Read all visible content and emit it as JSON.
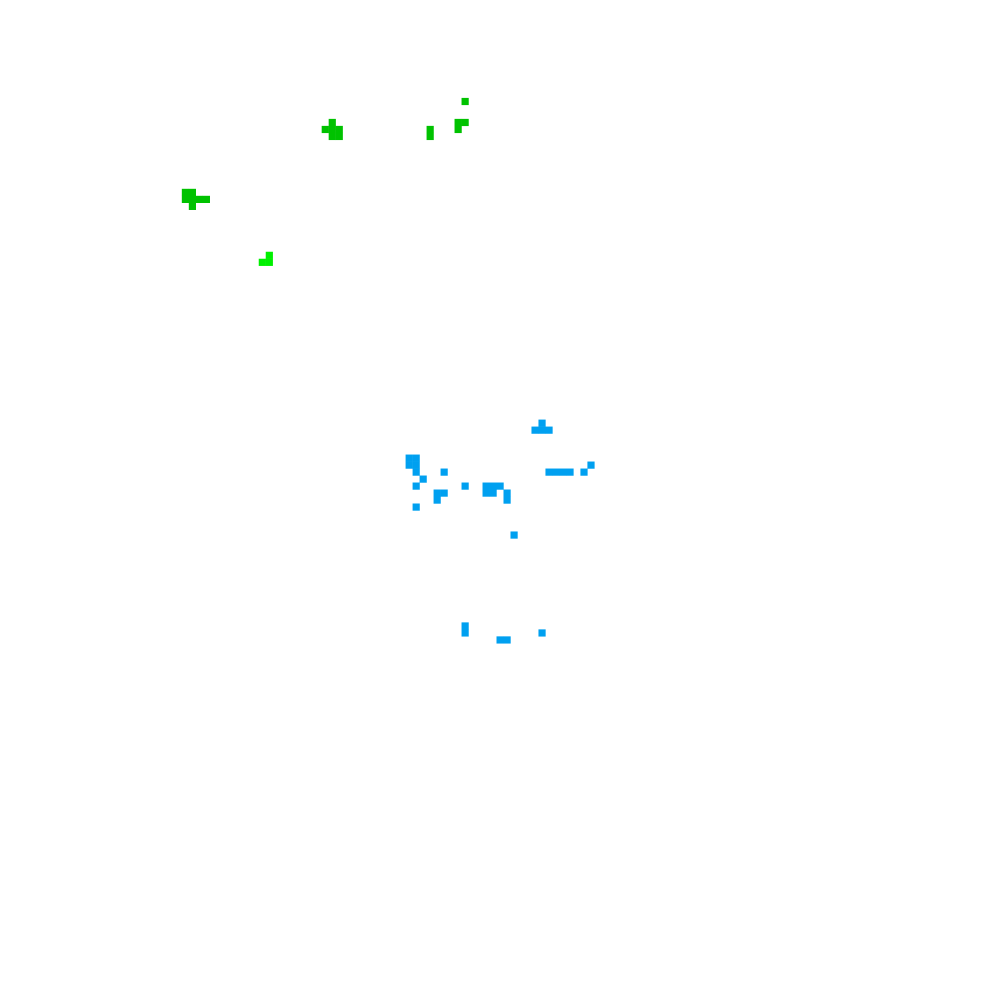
{
  "board": {
    "grid_cols": 143,
    "grid_rows": 143,
    "background": "#ffffff"
  },
  "colors": {
    "green_main": "#00c200",
    "green_bright": "#00f000",
    "blue": "#00a0f0"
  },
  "cell_groups": [
    {
      "name": "green-cluster-top",
      "color": "#00c200",
      "cells": [
        [
          66,
          14
        ],
        [
          65,
          17
        ],
        [
          66,
          17
        ],
        [
          61,
          18
        ],
        [
          65,
          18
        ],
        [
          61,
          19
        ]
      ]
    },
    {
      "name": "green-plus-cluster",
      "color": "#00c200",
      "cells": [
        [
          47,
          17
        ],
        [
          46,
          18
        ],
        [
          47,
          18
        ],
        [
          48,
          18
        ],
        [
          47,
          19
        ],
        [
          48,
          19
        ]
      ]
    },
    {
      "name": "green-cluster-left",
      "color": "#00c200",
      "cells": [
        [
          26,
          27
        ],
        [
          27,
          27
        ],
        [
          26,
          28
        ],
        [
          27,
          28
        ],
        [
          28,
          28
        ],
        [
          29,
          28
        ],
        [
          27,
          29
        ]
      ]
    },
    {
      "name": "green-bright-cluster",
      "color": "#00f000",
      "cells": [
        [
          38,
          36
        ],
        [
          37,
          37
        ],
        [
          38,
          37
        ]
      ]
    },
    {
      "name": "blue-cluster-main",
      "color": "#00a0f0",
      "cells": [
        [
          77,
          60
        ],
        [
          76,
          61
        ],
        [
          77,
          61
        ],
        [
          78,
          61
        ],
        [
          58,
          65
        ],
        [
          59,
          65
        ],
        [
          84,
          66
        ],
        [
          58,
          66
        ],
        [
          59,
          66
        ],
        [
          59,
          67
        ],
        [
          63,
          67
        ],
        [
          78,
          67
        ],
        [
          79,
          67
        ],
        [
          80,
          67
        ],
        [
          81,
          67
        ],
        [
          83,
          67
        ],
        [
          60,
          68
        ],
        [
          59,
          69
        ],
        [
          66,
          69
        ],
        [
          69,
          69
        ],
        [
          70,
          69
        ],
        [
          71,
          69
        ],
        [
          62,
          70
        ],
        [
          63,
          70
        ],
        [
          69,
          70
        ],
        [
          70,
          70
        ],
        [
          72,
          70
        ],
        [
          62,
          71
        ],
        [
          72,
          71
        ],
        [
          59,
          72
        ],
        [
          73,
          76
        ]
      ]
    },
    {
      "name": "blue-cluster-bottom",
      "color": "#00a0f0",
      "cells": [
        [
          66,
          89
        ],
        [
          66,
          90
        ],
        [
          77,
          90
        ],
        [
          71,
          91
        ],
        [
          72,
          91
        ]
      ]
    }
  ]
}
